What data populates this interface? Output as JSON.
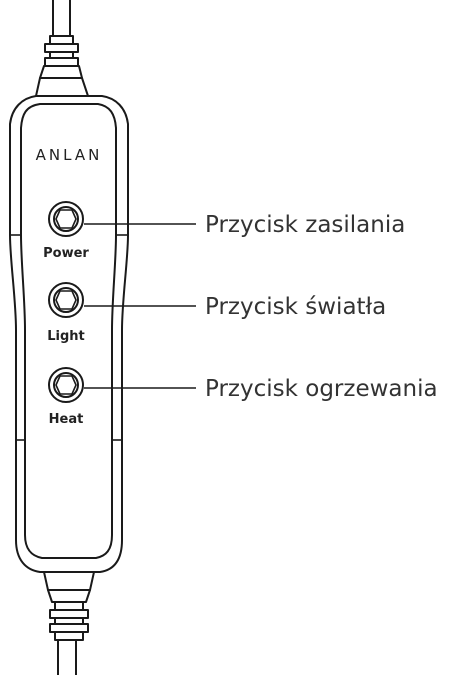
{
  "device": {
    "brand": "ANLAN"
  },
  "buttons": [
    {
      "key": "power",
      "label": "Power",
      "callout": "Przycisk zasilania"
    },
    {
      "key": "light",
      "label": "Light",
      "callout": "Przycisk światła"
    },
    {
      "key": "heat",
      "label": "Heat",
      "callout": "Przycisk ogrzewania"
    }
  ]
}
